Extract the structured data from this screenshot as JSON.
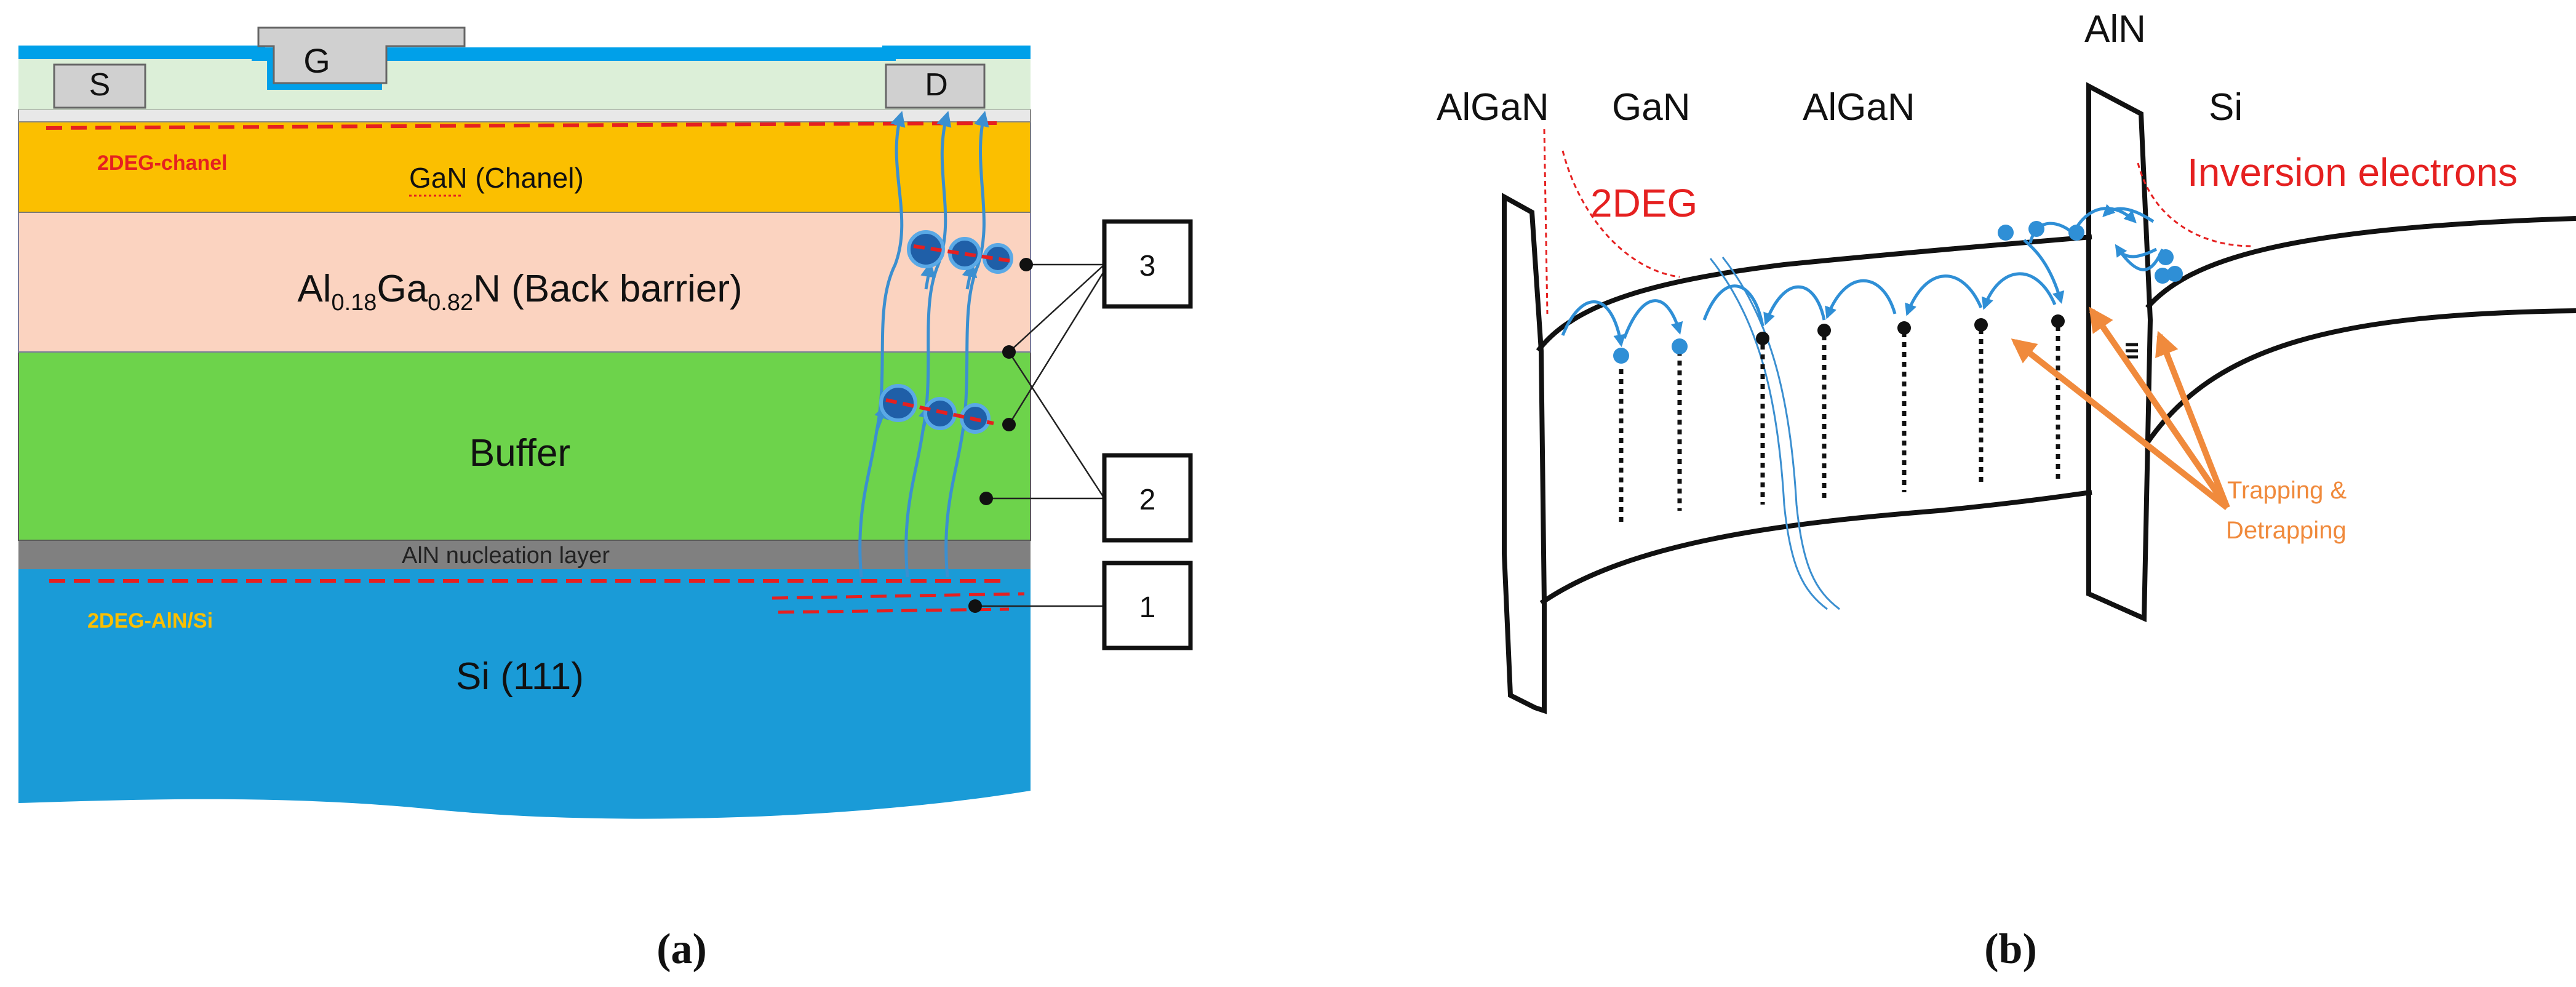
{
  "panel_a": {
    "caption": "(a)",
    "contacts": {
      "source": "S",
      "gate": "G",
      "drain": "D"
    },
    "layers": {
      "channel_2deg": "2DEG-chanel",
      "gan_channel": "GaN (Chanel)",
      "back_barrier": {
        "al": "Al",
        "al_sub": "0.18",
        "ga": "Ga",
        "ga_sub": "0.82",
        "rest": "N (Back barrier)"
      },
      "buffer": "Buffer",
      "nucleation": "AlN nucleation layer",
      "aln_si_2deg": "2DEG-AlN/Si",
      "substrate": "Si (111)"
    },
    "callouts": [
      "3",
      "2",
      "1"
    ],
    "colors": {
      "passivation": "#00a0e9",
      "gan": "#fbbf00",
      "back_barrier": "#fbd3c0",
      "buffer": "#6dd34b",
      "nucleation": "#808080",
      "substrate": "#1a9bd7",
      "contact": "#d0d0d0",
      "dashed_2deg": "#e52020",
      "electron": "#1f5fa8",
      "path": "#3b8fd0"
    }
  },
  "panel_b": {
    "caption": "(b)",
    "region_labels": [
      "AlGaN",
      "GaN",
      "AlGaN",
      "AlN",
      "Si"
    ],
    "label_2deg": "2DEG",
    "label_inversion": "Inversion electrons",
    "trapping_line1": "Trapping &",
    "trapping_line2": "Detrapping",
    "colors": {
      "red": "#e52020",
      "orange": "#f08a3c",
      "electron": "#2f8fd6"
    }
  }
}
